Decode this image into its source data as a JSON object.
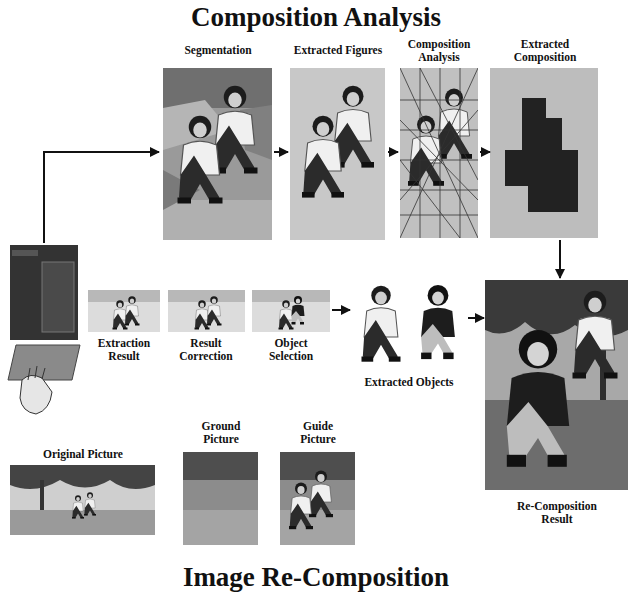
{
  "diagram": {
    "title": "Composition Analysis",
    "caption": "Image Re-Composition",
    "nodes": [
      {
        "text": [
          "Segmentation"
        ]
      },
      {
        "text": [
          "Extracted Figures"
        ]
      },
      {
        "text": [
          "Composition Analysis"
        ]
      },
      {
        "text": [
          "Extracted Composition"
        ]
      },
      {
        "text": [
          "Extraction Result"
        ]
      },
      {
        "text": [
          "Result Correction"
        ]
      },
      {
        "text": [
          "Object Selection"
        ]
      },
      {
        "text": [
          "Extracted Objects"
        ]
      },
      {
        "text": [
          "Re-Composition Result"
        ]
      },
      {
        "text": [
          "Original Picture"
        ]
      },
      {
        "text": [
          "Ground Picture"
        ]
      },
      {
        "text": [
          "Guide Picture"
        ]
      }
    ],
    "edges": [
      {
        "from": 0,
        "to": 1,
        "arrow": "to"
      },
      {
        "from": 1,
        "to": 2,
        "arrow": "to"
      },
      {
        "from": 2,
        "to": 3,
        "arrow": "to"
      },
      {
        "from": 3,
        "to": 8,
        "arrow": "to"
      },
      {
        "from": 6,
        "to": 7,
        "arrow": "to"
      },
      {
        "from": 7,
        "to": 8,
        "arrow": "to"
      }
    ]
  }
}
